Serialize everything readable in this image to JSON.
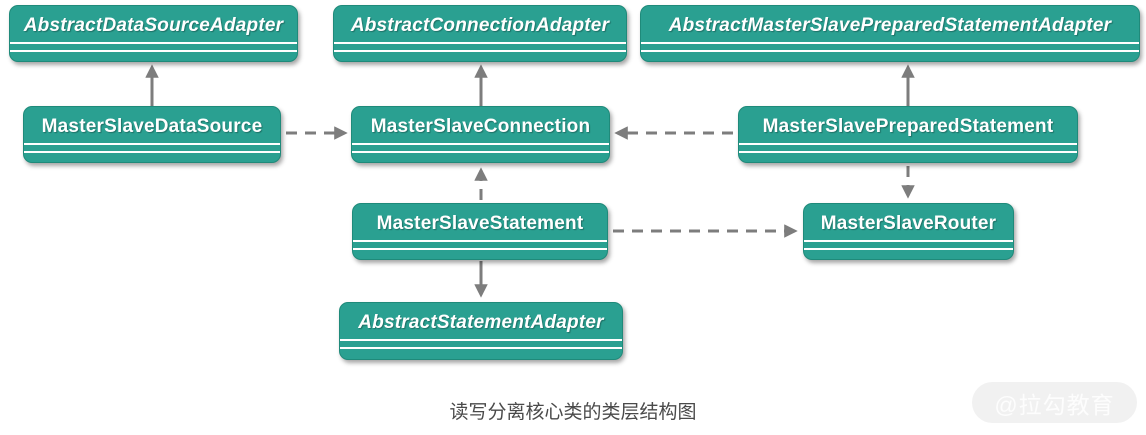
{
  "diagram": {
    "caption": "读写分离核心类的类层结构图",
    "watermark": "@拉勾教育",
    "colors": {
      "node_fill": "#2aa091",
      "node_border": "#1f8a7a",
      "node_text": "#ffffff",
      "compartment_line": "#ffffff",
      "arrow": "#7d7d7d",
      "caption_text": "#4a4a4a",
      "watermark_bg": "#f1f1f1",
      "watermark_text": "#fdfdfd"
    },
    "nodes": {
      "abstract_data_source_adapter": {
        "label": "AbstractDataSourceAdapter",
        "abstract": true
      },
      "abstract_connection_adapter": {
        "label": "AbstractConnectionAdapter",
        "abstract": true
      },
      "abstract_master_slave_prepared_statement_adapter": {
        "label": "AbstractMasterSlavePreparedStatementAdapter",
        "abstract": true
      },
      "master_slave_data_source": {
        "label": "MasterSlaveDataSource",
        "abstract": false
      },
      "master_slave_connection": {
        "label": "MasterSlaveConnection",
        "abstract": false
      },
      "master_slave_prepared_statement": {
        "label": "MasterSlavePreparedStatement",
        "abstract": false
      },
      "master_slave_statement": {
        "label": "MasterSlaveStatement",
        "abstract": false
      },
      "master_slave_router": {
        "label": "MasterSlaveRouter",
        "abstract": false
      },
      "abstract_statement_adapter": {
        "label": "AbstractStatementAdapter",
        "abstract": true
      }
    },
    "edges": [
      {
        "from": "master_slave_data_source",
        "to": "abstract_data_source_adapter",
        "style": "solid",
        "direction": "up"
      },
      {
        "from": "master_slave_connection",
        "to": "abstract_connection_adapter",
        "style": "solid",
        "direction": "up"
      },
      {
        "from": "master_slave_prepared_statement",
        "to": "abstract_master_slave_prepared_statement_adapter",
        "style": "solid",
        "direction": "up"
      },
      {
        "from": "master_slave_data_source",
        "to": "master_slave_connection",
        "style": "dashed",
        "direction": "right"
      },
      {
        "from": "master_slave_prepared_statement",
        "to": "master_slave_connection",
        "style": "dashed",
        "direction": "left"
      },
      {
        "from": "master_slave_statement",
        "to": "master_slave_connection",
        "style": "dashed",
        "direction": "up"
      },
      {
        "from": "master_slave_statement",
        "to": "master_slave_router",
        "style": "dashed",
        "direction": "right"
      },
      {
        "from": "master_slave_prepared_statement",
        "to": "master_slave_router",
        "style": "dashed",
        "direction": "down"
      },
      {
        "from": "master_slave_statement",
        "to": "abstract_statement_adapter",
        "style": "solid",
        "direction": "down"
      }
    ]
  }
}
